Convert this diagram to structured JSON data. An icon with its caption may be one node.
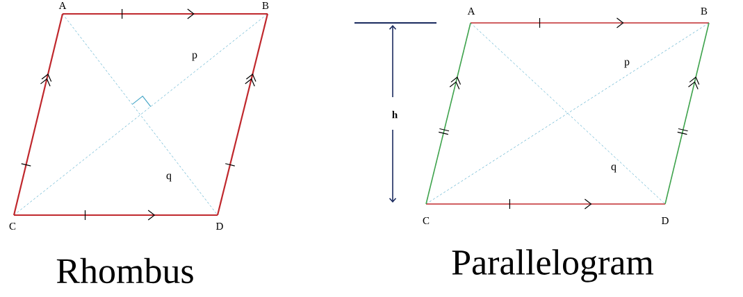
{
  "diagram": {
    "labels": [
      "A",
      "B",
      "p",
      "q",
      "C",
      "D",
      "Rhombus",
      "A",
      "B",
      "p",
      "h",
      "q",
      "C",
      "D",
      "Parallelogram"
    ]
  }
}
